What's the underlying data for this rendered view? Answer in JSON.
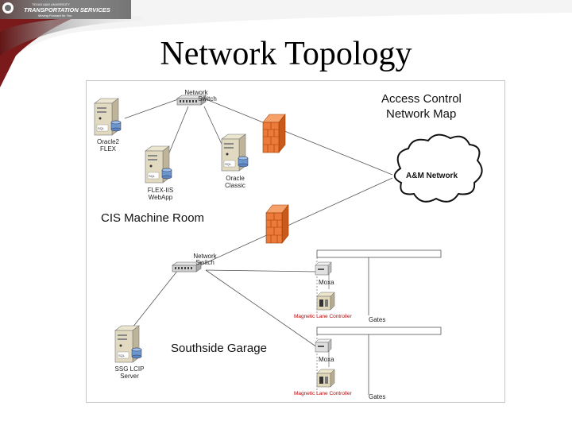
{
  "logo": {
    "org_small": "TEXAS A&M UNIVERSITY",
    "org_name": "TRANSPORTATION SERVICES",
    "tagline": "Moving Forward for You"
  },
  "title": "Network Topology",
  "diagram": {
    "map_title_line1": "Access Control",
    "map_title_line2": "Network Map",
    "cloud_label": "A&M Network",
    "room1_label": "CIS Machine Room",
    "room2_label": "Southside Garage",
    "switch1_line1": "Network",
    "switch1_line2": "Switch",
    "switch2_line1": "Network",
    "switch2_line2": "Switch",
    "server_oracle2_line1": "Oracle2",
    "server_oracle2_line2": "FLEX",
    "server_flexiis_line1": "FLEX-IIS",
    "server_flexiis_line2": "WebApp",
    "server_oracle_line1": "Oracle",
    "server_oracle_line2": "Classic",
    "server_ssg_line1": "SSG LCIP",
    "server_ssg_line2": "Server",
    "moxa1_label": "Moxa",
    "moxa2_label": "Moxa",
    "controller1_label": "Magnetic Lane Controller",
    "controller2_label": "Magnetic Lane Controller",
    "gates1_label": "Gates",
    "gates2_label": "Gates"
  }
}
